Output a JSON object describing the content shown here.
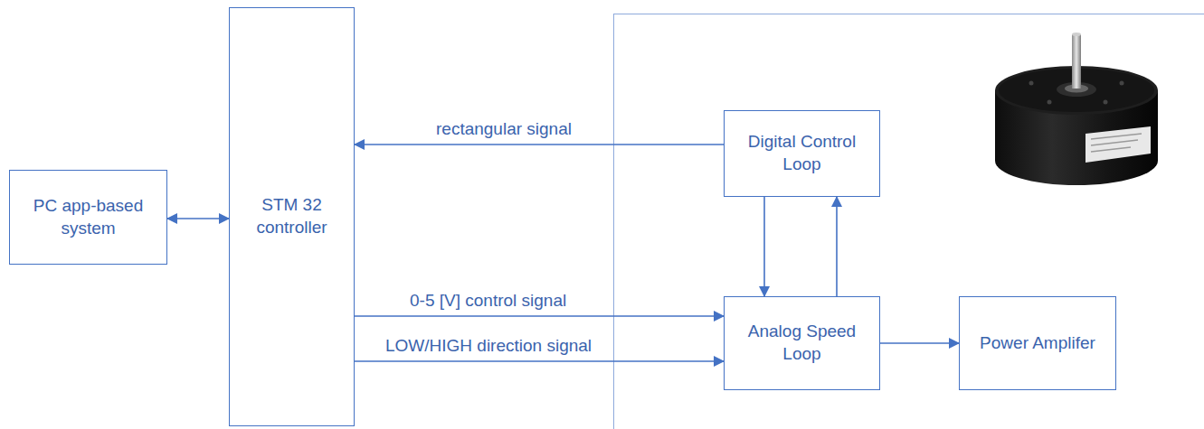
{
  "diagram": {
    "nodes": [
      {
        "text": [
          "PC app-based system"
        ]
      },
      {
        "text": [
          "STM 32 controller"
        ]
      },
      {
        "text": [
          "Digital Control Loop"
        ]
      },
      {
        "text": [
          "Analog Speed Loop"
        ]
      },
      {
        "text": [
          "Power Amplifer"
        ]
      }
    ],
    "edges": [
      {
        "from": 0,
        "to": 1,
        "arrow": "both"
      },
      {
        "from": 2,
        "to": 1,
        "label": "rectangular signal",
        "arrow": "to"
      },
      {
        "from": 1,
        "to": 3,
        "label": "0-5 [V] control signal",
        "arrow": "to"
      },
      {
        "from": 1,
        "to": 3,
        "label": "LOW/HIGH direction signal",
        "arrow": "to"
      },
      {
        "from": 2,
        "to": 3,
        "arrow": "to"
      },
      {
        "from": 3,
        "to": 2,
        "arrow": "to"
      },
      {
        "from": 3,
        "to": 4,
        "arrow": "to"
      }
    ]
  }
}
